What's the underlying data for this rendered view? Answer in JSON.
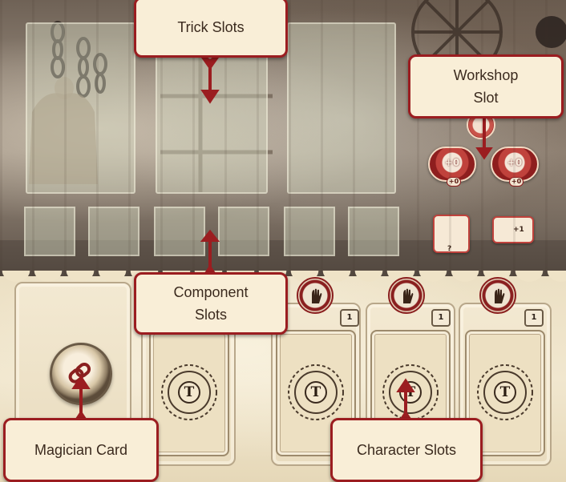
{
  "callouts": {
    "trick_slots": "Trick Slots",
    "workshop_slot_line1": "Workshop",
    "workshop_slot_line2": "Slot",
    "component_slots_line1": "Component",
    "component_slots_line2": "Slots",
    "magician_card": "Magician Card",
    "character_slots": "Character Slots"
  },
  "workshop": {
    "token_value": "+0",
    "token_sub": "+0",
    "card_a_text": "?",
    "card_b_text": "+1"
  },
  "character_slots": {
    "cost": "1"
  },
  "card_backs": {
    "letter": "T"
  },
  "colors": {
    "accent_red": "#9b1d20",
    "callout_bg": "#f9eed7",
    "tray_bg": "#efe3c7"
  },
  "icons": [
    "chain-link-icon",
    "glove-icon",
    "arrow-icon"
  ]
}
